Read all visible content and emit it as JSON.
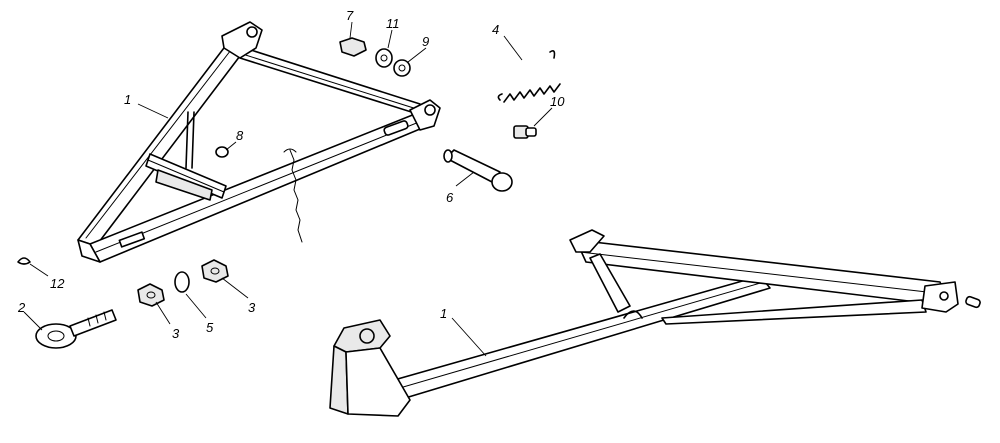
{
  "callouts": [
    {
      "id": "c1a",
      "label": "1"
    },
    {
      "id": "c1b",
      "label": "1"
    },
    {
      "id": "c2",
      "label": "2"
    },
    {
      "id": "c3a",
      "label": "3"
    },
    {
      "id": "c3b",
      "label": "3"
    },
    {
      "id": "c4",
      "label": "4"
    },
    {
      "id": "c5",
      "label": "5"
    },
    {
      "id": "c6",
      "label": "6"
    },
    {
      "id": "c7",
      "label": "7"
    },
    {
      "id": "c8",
      "label": "8"
    },
    {
      "id": "c9",
      "label": "9"
    },
    {
      "id": "c10",
      "label": "10"
    },
    {
      "id": "c11",
      "label": "11"
    },
    {
      "id": "c12",
      "label": "12"
    }
  ]
}
